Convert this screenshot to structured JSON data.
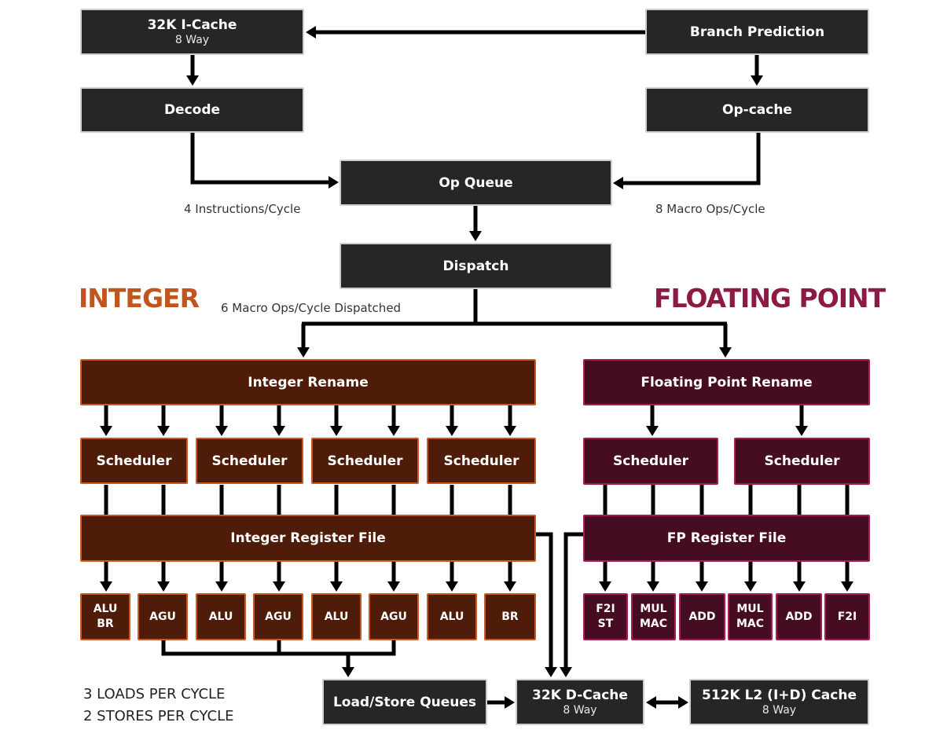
{
  "top": {
    "icache": {
      "title": "32K I-Cache",
      "sub": "8 Way"
    },
    "branch": {
      "title": "Branch Prediction"
    },
    "decode": {
      "title": "Decode"
    },
    "opcache": {
      "title": "Op-cache"
    },
    "opqueue": {
      "title": "Op Queue"
    },
    "dispatch": {
      "title": "Dispatch"
    }
  },
  "labels": {
    "instructions_rate": "4 Instructions/Cycle",
    "macro_ops_rate": "8 Macro Ops/Cycle",
    "dispatch_rate": "6 Macro Ops/Cycle Dispatched"
  },
  "sections": {
    "integer": {
      "title": "INTEGER",
      "color": "#c0561e"
    },
    "fp": {
      "title": "FLOATING POINT",
      "color": "#8b1a44"
    }
  },
  "integer": {
    "rename": "Integer Rename",
    "schedulers": [
      "Scheduler",
      "Scheduler",
      "Scheduler",
      "Scheduler"
    ],
    "regfile": "Integer Register File",
    "units": [
      {
        "line1": "ALU",
        "line2": "BR"
      },
      {
        "line1": "AGU",
        "line2": ""
      },
      {
        "line1": "ALU",
        "line2": ""
      },
      {
        "line1": "AGU",
        "line2": ""
      },
      {
        "line1": "ALU",
        "line2": ""
      },
      {
        "line1": "AGU",
        "line2": ""
      },
      {
        "line1": "ALU",
        "line2": ""
      },
      {
        "line1": "BR",
        "line2": ""
      }
    ]
  },
  "fp": {
    "rename": "Floating Point Rename",
    "schedulers": [
      "Scheduler",
      "Scheduler"
    ],
    "regfile": "FP Register File",
    "units": [
      {
        "line1": "F2I",
        "line2": "ST"
      },
      {
        "line1": "MUL",
        "line2": "MAC"
      },
      {
        "line1": "ADD",
        "line2": ""
      },
      {
        "line1": "MUL",
        "line2": "MAC"
      },
      {
        "line1": "ADD",
        "line2": ""
      },
      {
        "line1": "F2I",
        "line2": ""
      }
    ]
  },
  "memory": {
    "lsq": {
      "title": "Load/Store Queues"
    },
    "dcache": {
      "title": "32K D-Cache",
      "sub": "8 Way"
    },
    "l2": {
      "title": "512K L2 (I+D) Cache",
      "sub": "8 Way"
    }
  },
  "notes": {
    "loads": "3 LOADS PER CYCLE",
    "stores": "2 STORES PER CYCLE"
  }
}
